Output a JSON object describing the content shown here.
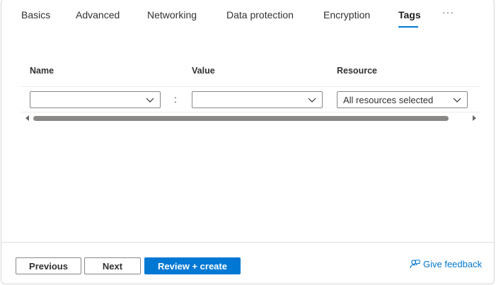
{
  "tabs": [
    {
      "label": "Basics"
    },
    {
      "label": "Advanced"
    },
    {
      "label": "Networking"
    },
    {
      "label": "Data protection"
    },
    {
      "label": "Encryption"
    },
    {
      "label": "Tags",
      "active": true
    }
  ],
  "tabs_more": "···",
  "table": {
    "headers": {
      "name": "Name",
      "value": "Value",
      "resource": "Resource"
    },
    "row": {
      "name": "",
      "separator": ":",
      "value": "",
      "resource": "All resources selected"
    }
  },
  "footer": {
    "previous_label": "Previous",
    "next_label": "Next",
    "review_label": "Review + create",
    "feedback_label": "Give feedback"
  },
  "colors": {
    "accent": "#0078d4",
    "border": "#8a8886",
    "text": "#323130"
  },
  "icons": {
    "chevron": "chevron-down-icon",
    "feedback": "feedback-icon"
  }
}
